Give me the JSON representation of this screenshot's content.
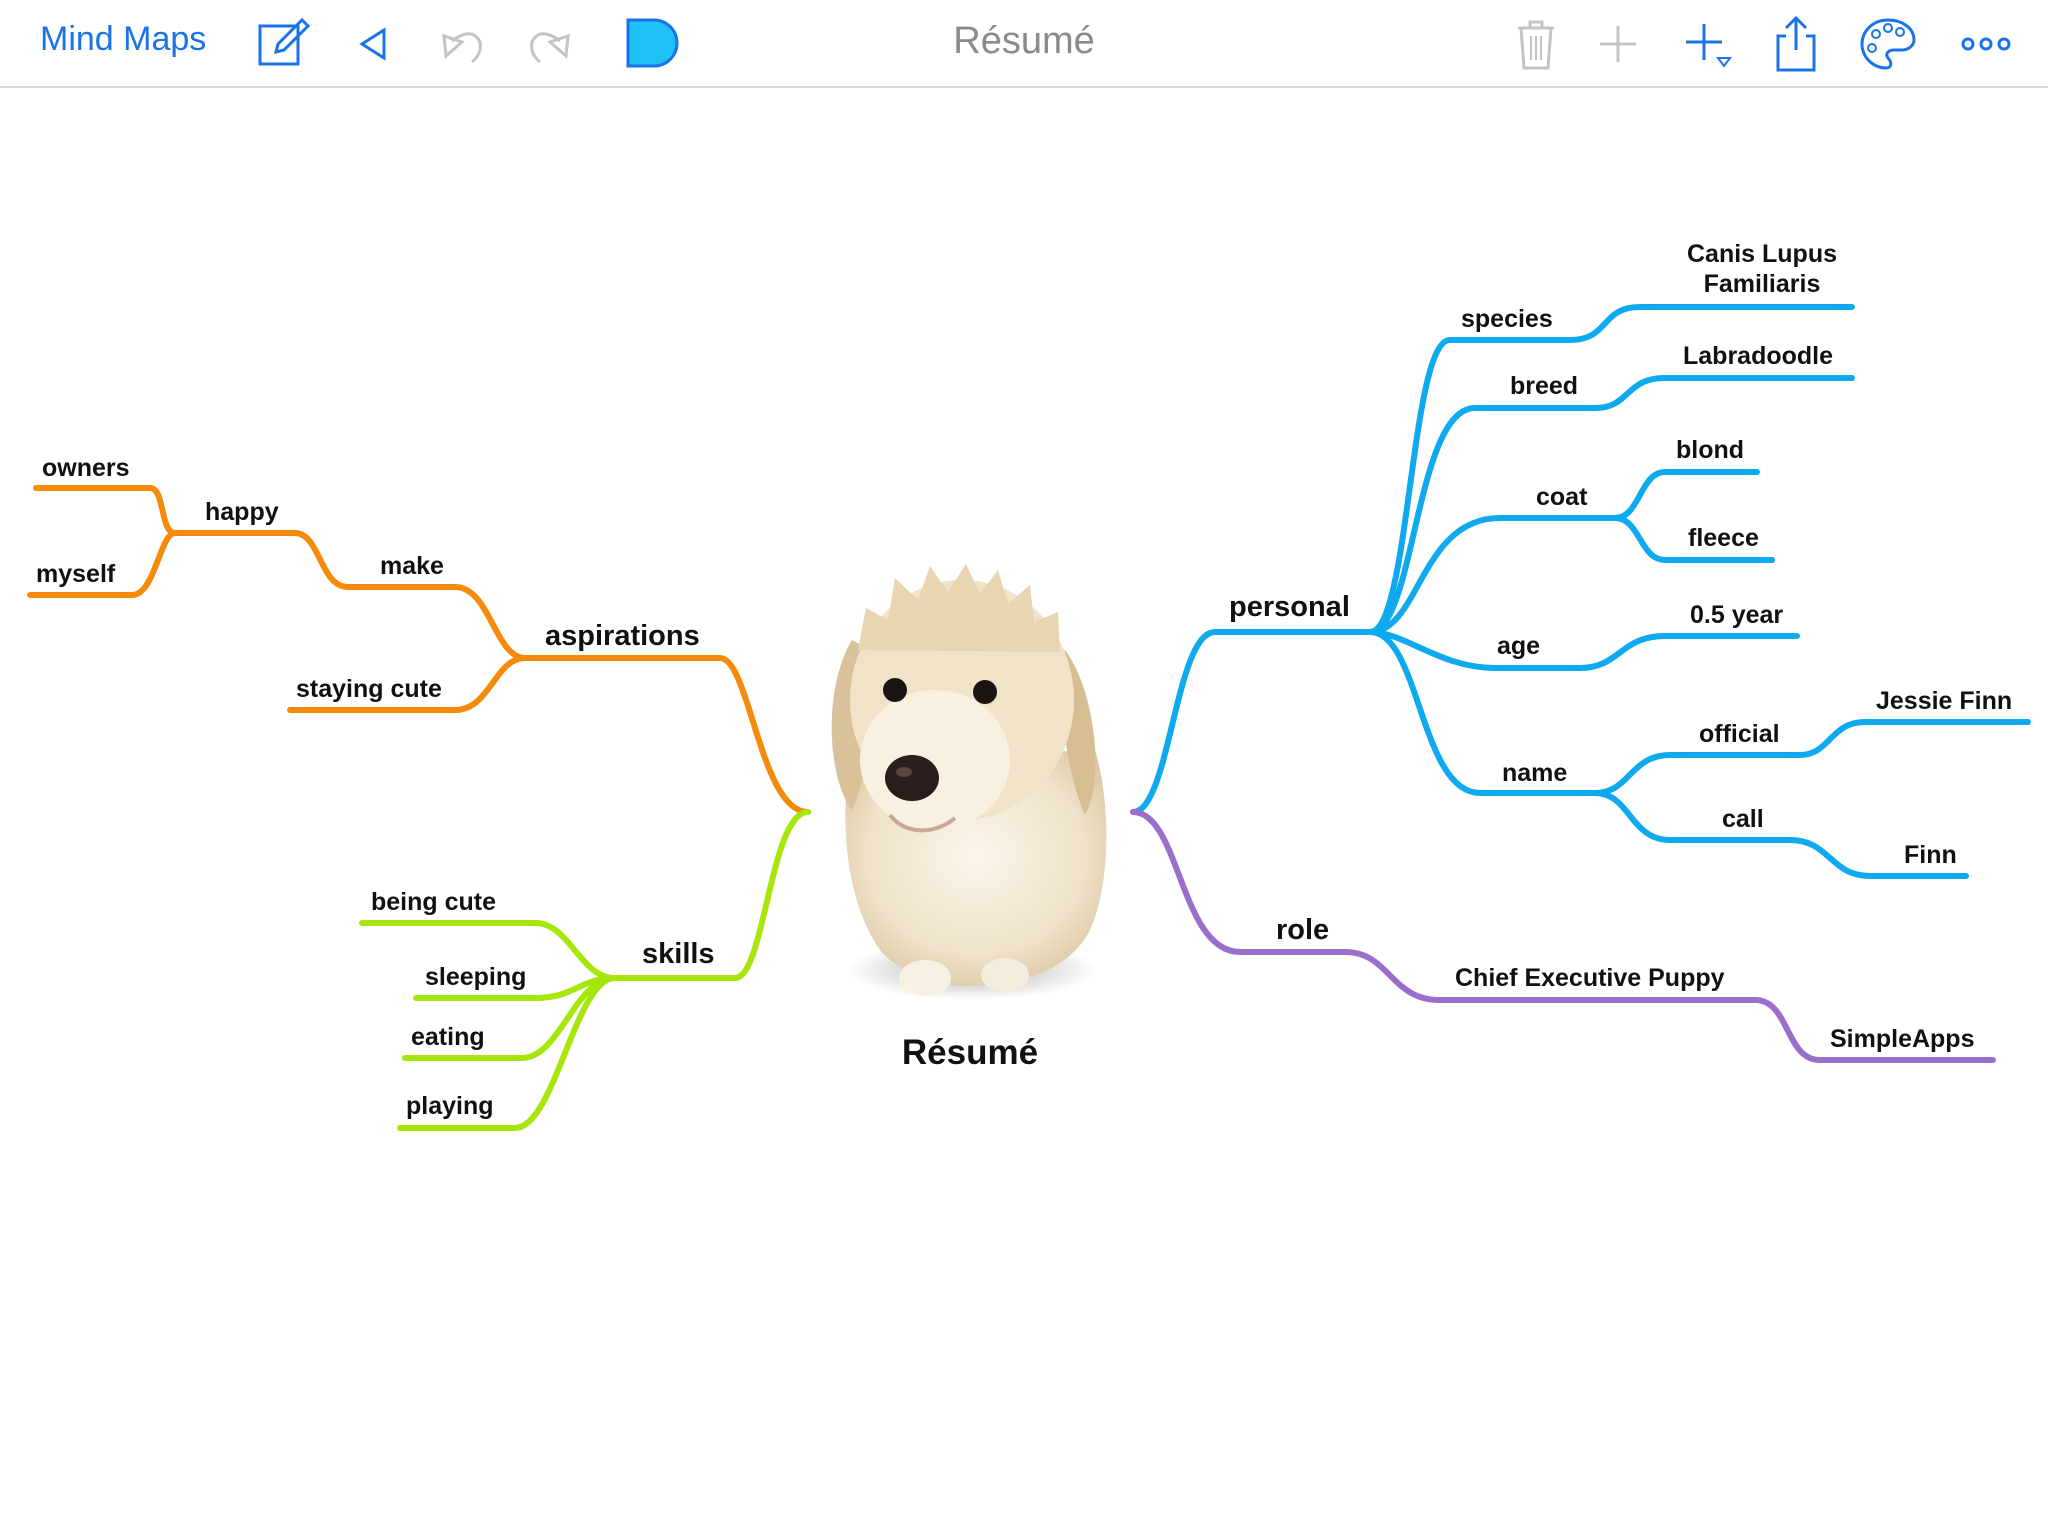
{
  "toolbar": {
    "back_label": "Mind Maps",
    "title": "Résumé",
    "icons": [
      "edit-icon",
      "back-arrow-icon",
      "undo-icon",
      "redo-icon",
      "node-shape-icon",
      "trash-icon",
      "add-icon",
      "add-child-icon",
      "share-icon",
      "palette-icon",
      "more-icon"
    ]
  },
  "colors": {
    "accent": "#1a73e8",
    "aspirations": "#f58a0b",
    "skills": "#a6e60a",
    "personal": "#0ea9ef",
    "role": "#9a6fcb",
    "shape_fill": "#1ec0f5"
  },
  "map": {
    "root": "Résumé",
    "aspirations": {
      "label": "aspirations",
      "make": "make",
      "happy": "happy",
      "owners": "owners",
      "myself": "myself",
      "staying_cute": "staying cute"
    },
    "skills": {
      "label": "skills",
      "being_cute": "being cute",
      "sleeping": "sleeping",
      "eating": "eating",
      "playing": "playing"
    },
    "personal": {
      "label": "personal",
      "species": "species",
      "species_value_line1": "Canis Lupus",
      "species_value_line2": "Familiaris",
      "breed": "breed",
      "breed_value": "Labradoodle",
      "coat": "coat",
      "coat_blond": "blond",
      "coat_fleece": "fleece",
      "age": "age",
      "age_value": "0.5 year",
      "name": "name",
      "official": "official",
      "official_value": "Jessie Finn",
      "call": "call",
      "call_value": "Finn"
    },
    "role": {
      "label": "role",
      "title": "Chief Executive Puppy",
      "company": "SimpleApps"
    }
  }
}
